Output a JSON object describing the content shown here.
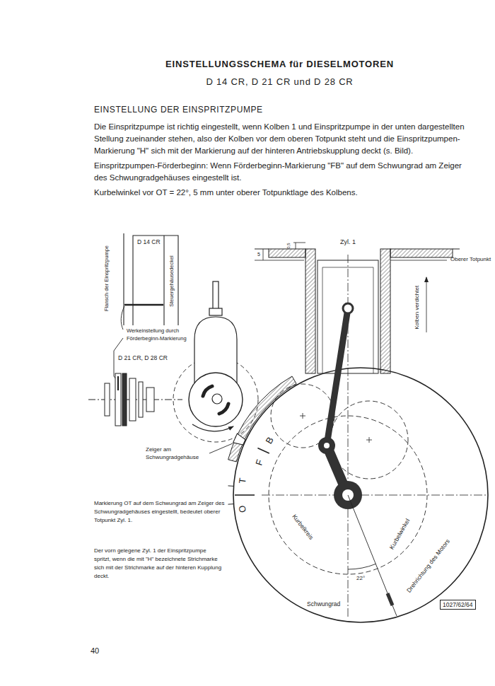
{
  "diagram": {
    "title": "EINSTELLUNGSSCHEMA für DIESELMOTOREN D 14 CR, D 21 CR und D 28 CR",
    "nodes": [
      {
        "text": [
          "1027/62/64"
        ]
      }
    ],
    "labels": [
      "EINSTELLUNG DER EINSPRITZPUMPE",
      "Die Einspritzpumpe ist richtig eingestellt, wenn Kolben 1 und Einspritzpumpe in der unten dargestellten Stellung zueinander stehen, also der Kolben vor dem oberen Totpunkt steht und die Einspritzpumpen-Markierung \"H\" sich mit der Markierung auf der hinteren Antriebskupplung deckt (s. Bild).",
      "Einspritzpumpen-Förderbeginn: Wenn Förderbeginn-Markierung \"FB\" auf dem Schwungrad am Zeiger des Schwungradgehäuses eingestellt ist.",
      "Kurbelwinkel vor OT = 22°, 5 mm unter oberer Totpunktlage des Kolbens.",
      "D 14 CR",
      "Steuergehäusedeckel",
      "Flansch der Einspritzpumpe",
      "Werkeinstellung durch Förderbeginn-Markierung",
      "D 21 CR, D 28 CR",
      "Zeiger am Schwungradgehäuse",
      "Markierung OT auf dem Schwungrad am Zeiger des Schwungradgehäuses eingestellt, bedeutet oberer Totpunkt Zyl. 1.",
      "Der vorn gelegene Zyl. 1 der Einspritzpumpe spritzt, wenn die mit \"H\" bezeichnete Strichmarke sich mit der Strichmarke auf der hinteren Kupplung deckt.",
      "5",
      "0,5",
      "Zyl. 1",
      "Oberer Totpunkt",
      "Kolben verdichtet",
      "O",
      "T",
      "F",
      "B",
      "Kurbelkreis",
      "Kurbelwinkel",
      "Drehrichtung des Motors",
      "22°",
      "Schwungrad",
      "40"
    ]
  }
}
